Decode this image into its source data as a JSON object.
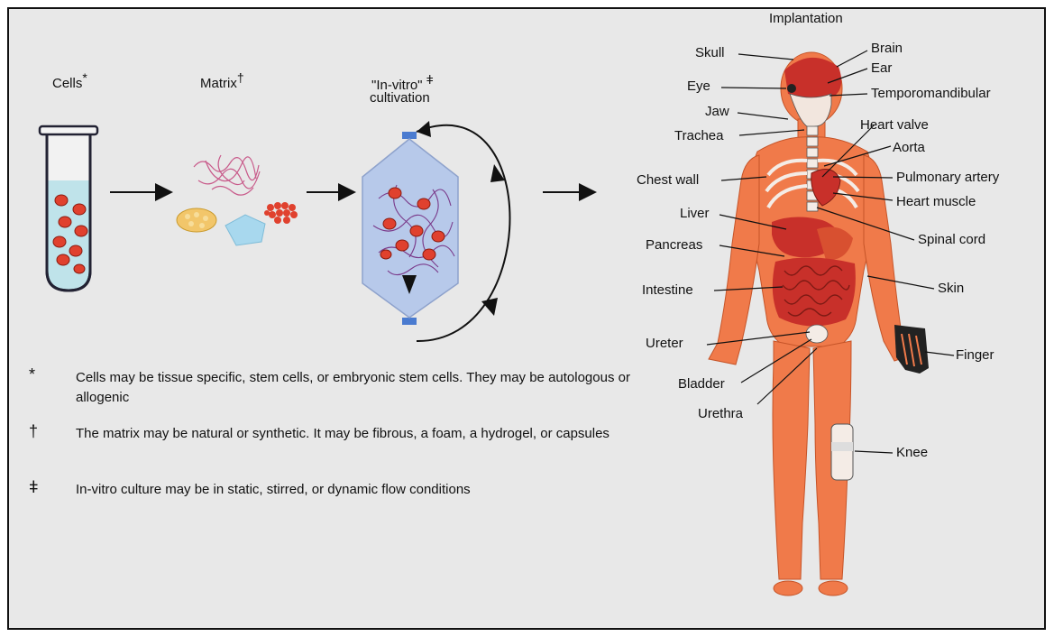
{
  "stages": {
    "cells": "Cells",
    "cells_mark": "*",
    "matrix": "Matrix",
    "matrix_mark": "†",
    "invitro_line1": "\"In-vitro\"",
    "invitro_mark": "ǂ",
    "invitro_line2": "cultivation",
    "implantation": "Implantation"
  },
  "notes": [
    {
      "symbol": "*",
      "text": "Cells may be tissue specific, stem cells, or embryonic stem cells. They may be autologous or allogenic"
    },
    {
      "symbol": "†",
      "text": "The matrix may be natural or synthetic. It may be fibrous, a foam, a hydrogel, or capsules"
    },
    {
      "symbol": "ǂ",
      "text": "In-vitro culture may be in static, stirred, or dynamic flow conditions"
    }
  ],
  "organs": {
    "skull": "Skull",
    "brain": "Brain",
    "ear": "Ear",
    "eye": "Eye",
    "temporomandibular": "Temporomandibular",
    "jaw": "Jaw",
    "heart_valve": "Heart valve",
    "trachea": "Trachea",
    "aorta": "Aorta",
    "chest_wall": "Chest wall",
    "pulmonary_artery": "Pulmonary artery",
    "heart_muscle": "Heart muscle",
    "liver": "Liver",
    "spinal_cord": "Spinal cord",
    "pancreas": "Pancreas",
    "intestine": "Intestine",
    "skin": "Skin",
    "ureter": "Ureter",
    "finger": "Finger",
    "bladder": "Bladder",
    "urethra": "Urethra",
    "knee": "Knee"
  },
  "colors": {
    "body": "#f07a4a",
    "organ": "#c8302a",
    "cell": "#e0412e",
    "culture_medium": "#b7c9ea",
    "tube_liquid": "#bfe3ea"
  }
}
